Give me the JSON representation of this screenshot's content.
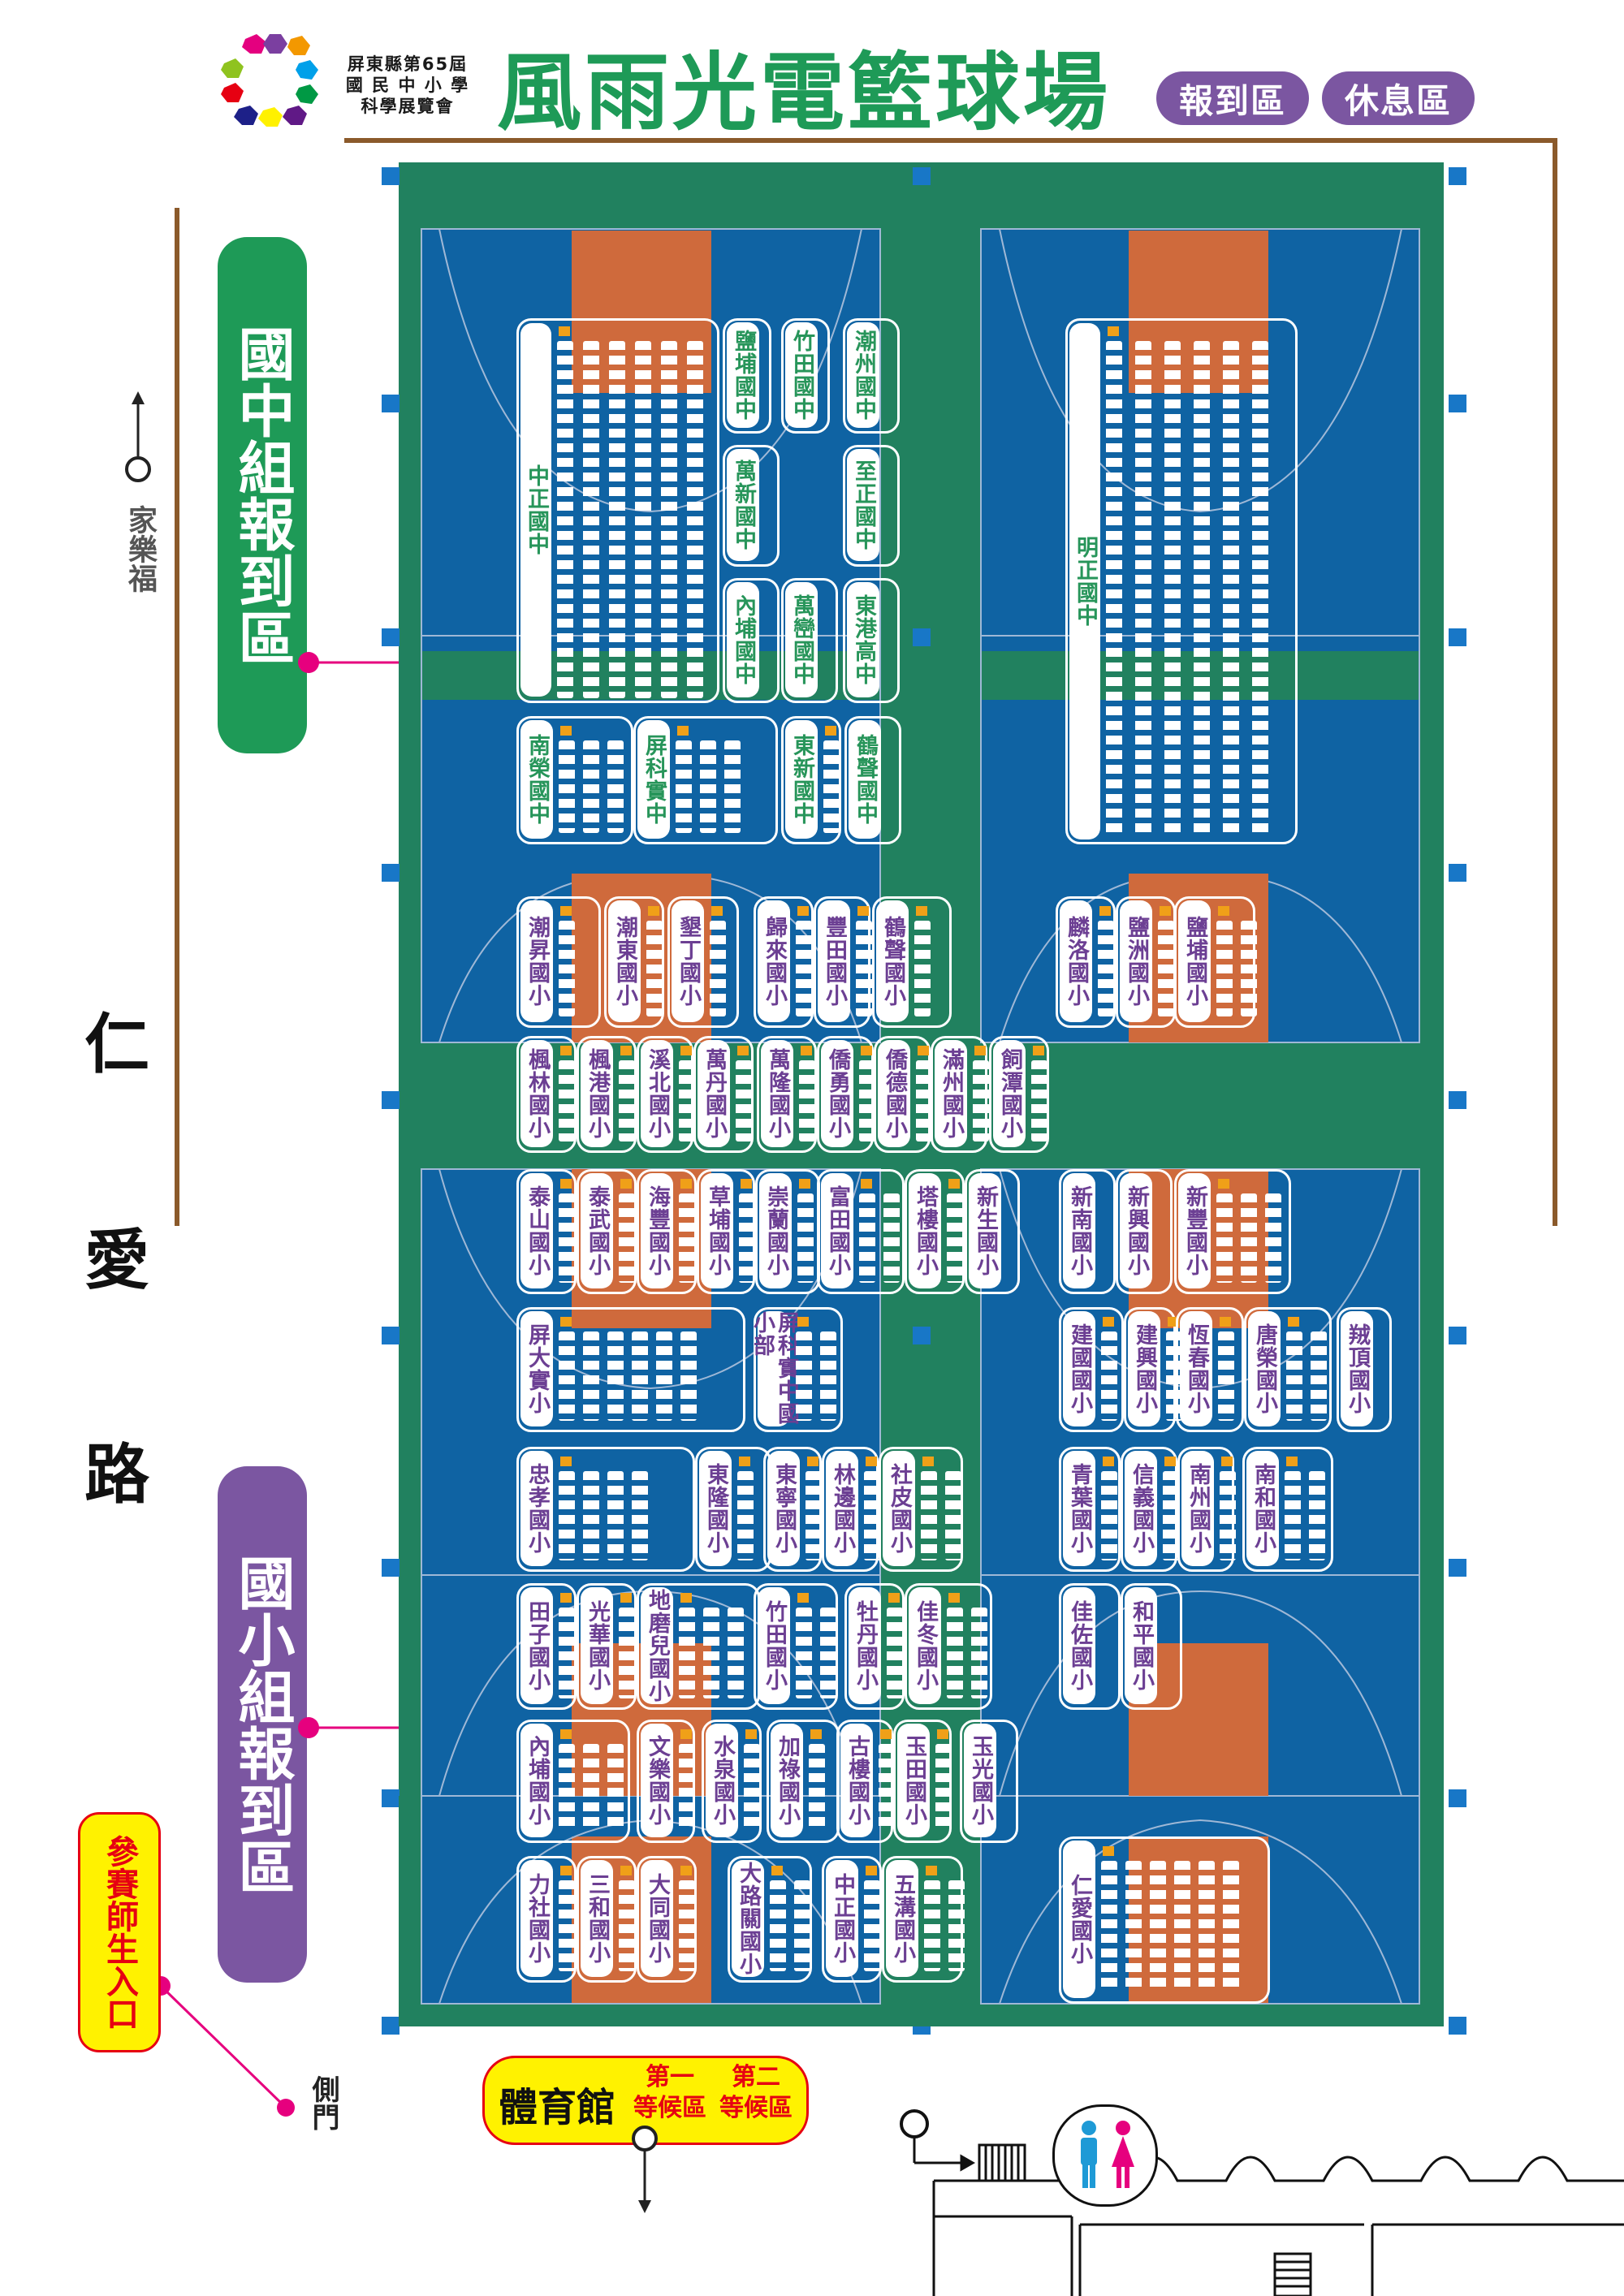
{
  "header": {
    "event_lines": [
      "屏東縣第65屆",
      "國 民 中 小 學",
      "科學展覽會"
    ],
    "title": "風雨光電籃球場",
    "pill_checkin": "報到區",
    "pill_rest": "休息區"
  },
  "colors": {
    "title_green": "#1e9a57",
    "purple": "#7b56a1",
    "court_green": "#21815f",
    "court_blue": "#0f63a3",
    "paint_orange": "#cf6a3c",
    "yellow": "#fff200",
    "magenta": "#e6007e",
    "brown": "#8b5a2b"
  },
  "left_side": {
    "jiale_fu": "家樂福",
    "road": [
      "仁",
      "愛",
      "路"
    ],
    "junior_checkin": "國中組報到區",
    "elementary_checkin": "國小組報到區",
    "entrance": "參賽師生入口",
    "side_door": "側門"
  },
  "bottom": {
    "gym": "體育館",
    "wait1_a": "第一",
    "wait1_b": "等候區",
    "wait2_a": "第二",
    "wait2_b": "等候區",
    "restroom_icon": "restroom-icon"
  },
  "schools": {
    "zhongzheng_jh": "中正國中",
    "yanpu_jh": "鹽埔國中",
    "zhutian_jh": "竹田國中",
    "chaozhou_jh": "潮州國中",
    "wanxin_jh": "萬新國中",
    "zhizheng_jh": "至正國中",
    "neipu_jh": "內埔國中",
    "wanluan_jh": "萬巒國中",
    "donggang_sh": "東港高中",
    "nanrong_jh": "南榮國中",
    "pingke_sh": "屏科實中",
    "dongxin_jh": "東新國中",
    "hesheng_jh": "鶴聲國中",
    "mingzheng_jh": "明正國中",
    "chaosheng_es": "潮昇國小",
    "chaodong_es": "潮東國小",
    "kending_es": "墾丁國小",
    "guilai_es": "歸來國小",
    "fengtian_es": "豐田國小",
    "hesheng_es": "鶴聲國小",
    "linluo_es": "麟洛國小",
    "yanzhou_es": "鹽洲國小",
    "yanpu_es": "鹽埔國小",
    "fenglin_es": "楓林國小",
    "fenggang_es": "楓港國小",
    "xibei_es": "溪北國小",
    "wandan_es": "萬丹國小",
    "wanlong_es": "萬隆國小",
    "qiaoyong_es": "僑勇國小",
    "qiaode_es": "僑德國小",
    "manzhou_es": "滿州國小",
    "sitan_es": "飼潭國小",
    "taishan_es": "泰山國小",
    "taiwu_es": "泰武國小",
    "haifeng_es": "海豐國小",
    "caopu_es": "草埔國小",
    "chonglan_es": "崇蘭國小",
    "futian_es": "富田國小",
    "talou_es": "塔樓國小",
    "xinsheng_es": "新生國小",
    "xinnan_es": "新南國小",
    "xinxing_es": "新興國小",
    "xinfeng_es": "新豐國小",
    "pingda_es": "屏大實小",
    "pingke_es": "屏科實中國小部",
    "jianguo_es": "建國國小",
    "jianxing_es": "建興國小",
    "hengchun_es": "恆春國小",
    "tangrong_es": "唐榮國小",
    "baading_es": "羢頂國小",
    "zhongxiao_es": "忠孝國小",
    "donglong_es": "東隆國小",
    "dongning_es": "東寧國小",
    "linbian_es": "林邊國小",
    "shepi_es": "社皮國小",
    "qingye_es": "青葉國小",
    "xinyi_es": "信義國小",
    "nanzhou_es": "南州國小",
    "nanhe_es": "南和國小",
    "tianzi_es": "田子國小",
    "guanghua_es": "光華國小",
    "dimoer_es": "地磨兒國小",
    "zhutian_es": "竹田國小",
    "mudan_es": "牡丹國小",
    "jiadong_es": "佳冬國小",
    "jiazuo_es": "佳佐國小",
    "heping_es": "和平國小",
    "neipu_es": "內埔國小",
    "wenle_es": "文樂國小",
    "shuiquan_es": "水泉國小",
    "jialu_es": "加祿國小",
    "gulou_es": "古樓國小",
    "yutian_es": "玉田國小",
    "yuguang_es": "玉光國小",
    "lishe_es": "力社國小",
    "sanhe_es": "三和國小",
    "datong_es": "大同國小",
    "daluguan_es": "大路關國小",
    "zhongzheng_es": "中正國小",
    "wugou_es": "五溝國小",
    "renai_es": "仁愛國小"
  }
}
